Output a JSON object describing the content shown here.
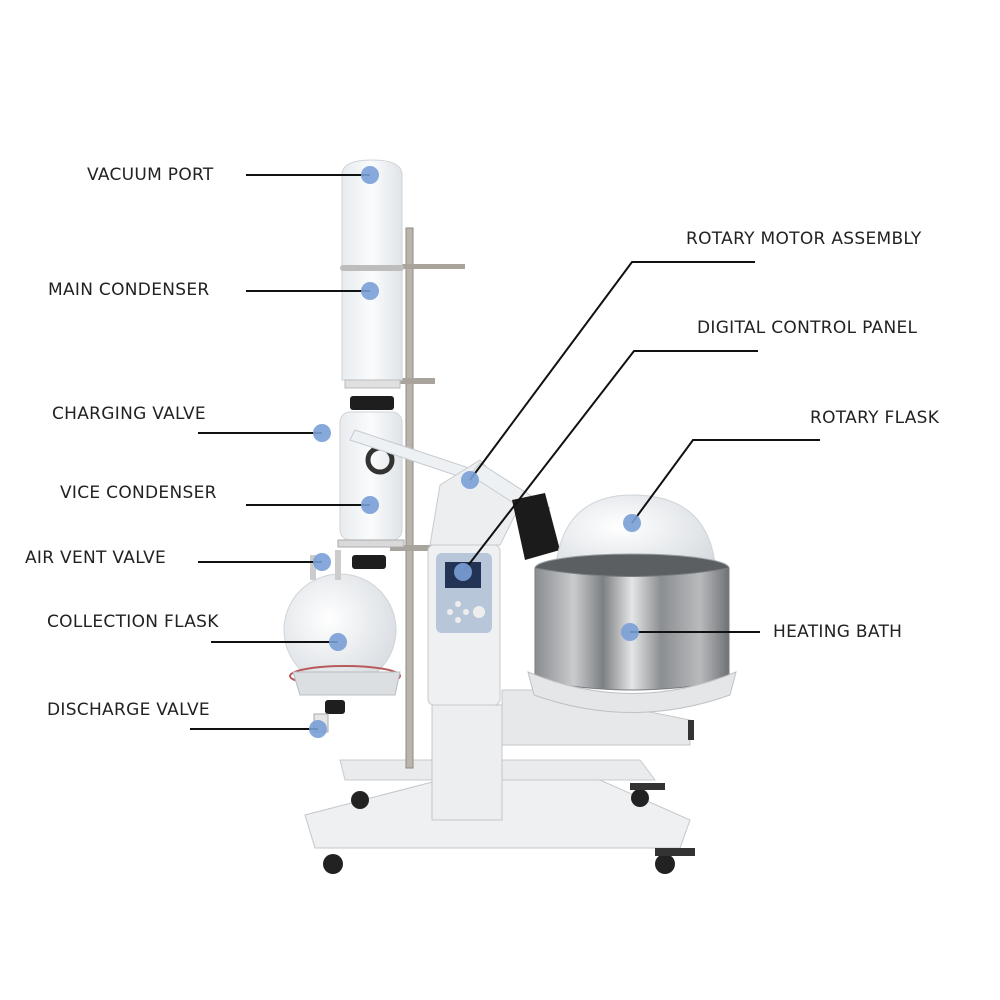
{
  "diagram": {
    "subject": "Rotary Evaporator",
    "accent_color": "#7a9fd6",
    "line_color": "#111111",
    "labels": [
      {
        "id": "vacuum-port",
        "text": "VACUUM PORT",
        "side": "left"
      },
      {
        "id": "main-condenser",
        "text": "MAIN CONDENSER",
        "side": "left"
      },
      {
        "id": "charging-valve",
        "text": "CHARGING VALVE",
        "side": "left"
      },
      {
        "id": "vice-condenser",
        "text": "VICE CONDENSER",
        "side": "left"
      },
      {
        "id": "air-vent-valve",
        "text": "AIR VENT VALVE",
        "side": "left"
      },
      {
        "id": "collection-flask",
        "text": "COLLECTION FLASK",
        "side": "left"
      },
      {
        "id": "discharge-valve",
        "text": "DISCHARGE VALVE",
        "side": "left"
      },
      {
        "id": "rotary-motor-assembly",
        "text": "ROTARY MOTOR ASSEMBLY",
        "side": "right"
      },
      {
        "id": "digital-control-panel",
        "text": "DIGITAL CONTROL PANEL",
        "side": "right"
      },
      {
        "id": "rotary-flask",
        "text": "ROTARY FLASK",
        "side": "right"
      },
      {
        "id": "heating-bath",
        "text": "HEATING BATH",
        "side": "right"
      }
    ]
  }
}
